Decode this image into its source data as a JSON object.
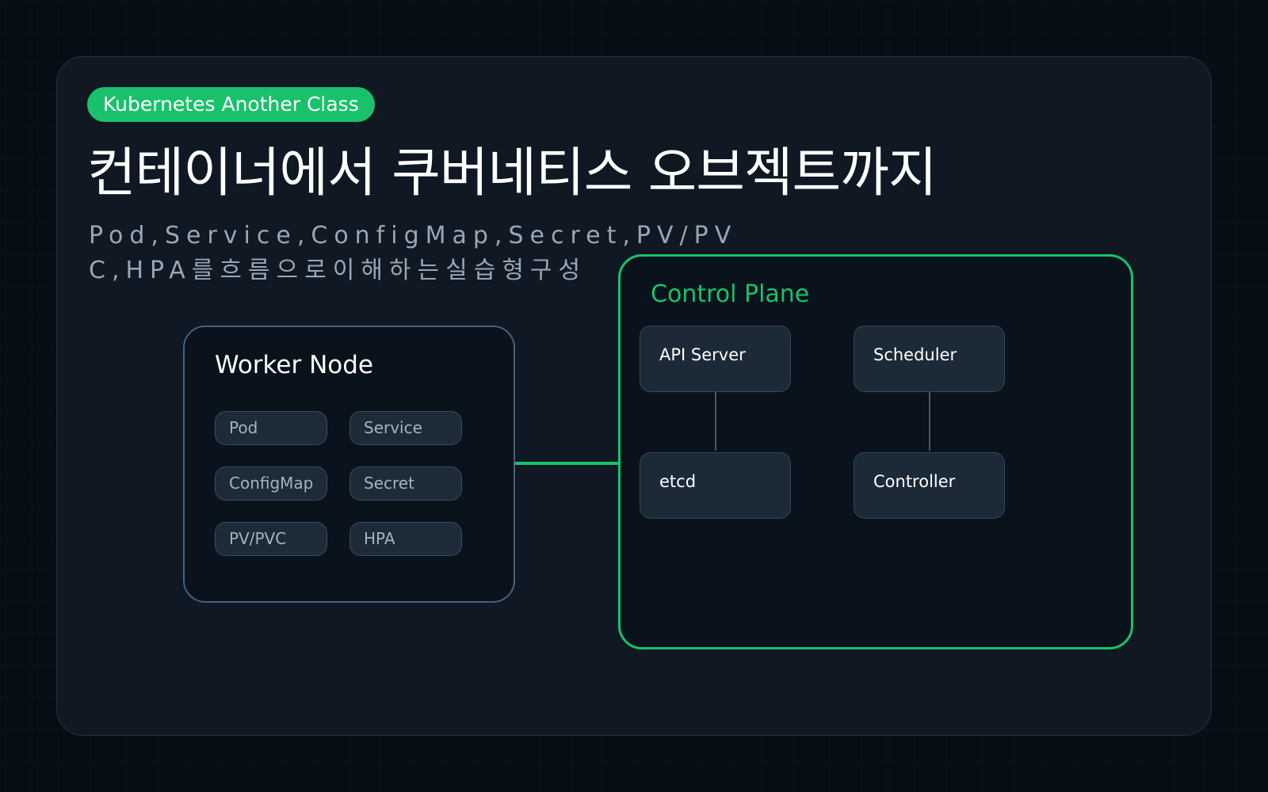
{
  "badge": "Kubernetes Another Class",
  "title": "컨테이너에서 쿠버네티스 오브젝트까지",
  "subtitle": "Pod,Service,ConfigMap,Secret,PV/PVC,HPA를흐름으로이해하는실습형구성",
  "worker_node": {
    "title": "Worker Node",
    "chips": [
      "Pod",
      "Service",
      "ConfigMap",
      "Secret",
      "PV/PVC",
      "HPA"
    ]
  },
  "control_plane": {
    "title": "Control Plane",
    "components": [
      "API Server",
      "Scheduler",
      "etcd",
      "Controller"
    ]
  },
  "colors": {
    "accent": "#19c26a",
    "background": "#070d15",
    "card": "#0f1823",
    "worker_border": "#4a6076"
  }
}
